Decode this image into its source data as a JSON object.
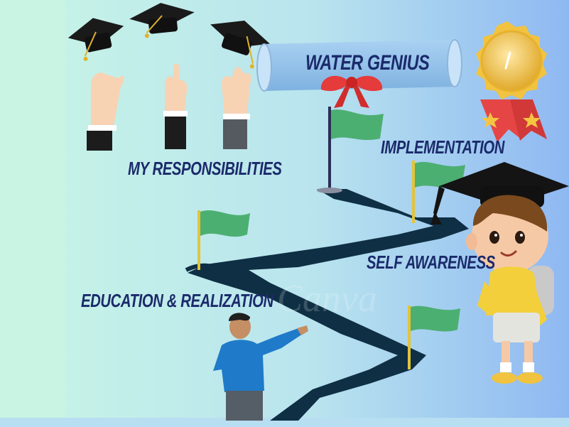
{
  "labels": {
    "title": "WATER GENIUS",
    "implementation": "IMPLEMENTATION",
    "responsibilities": "MY RESPONSIBILITIES",
    "self_awareness": "SELF AWARENESS",
    "education": "EDUCATION & REALIZATION"
  },
  "colors": {
    "text": "#1b2a6b",
    "road": "#0f2f44",
    "flag": "#4caf72",
    "cap": "#1a1a1a",
    "bg_left": "#c8f5e6",
    "bg_right": "#8fb8f2"
  },
  "icons": [
    "graduation-cap-icon",
    "raised-hand-icon",
    "diploma-scroll-icon",
    "award-medal-icon",
    "flag-icon",
    "student-boy-icon",
    "man-pointing-icon"
  ]
}
